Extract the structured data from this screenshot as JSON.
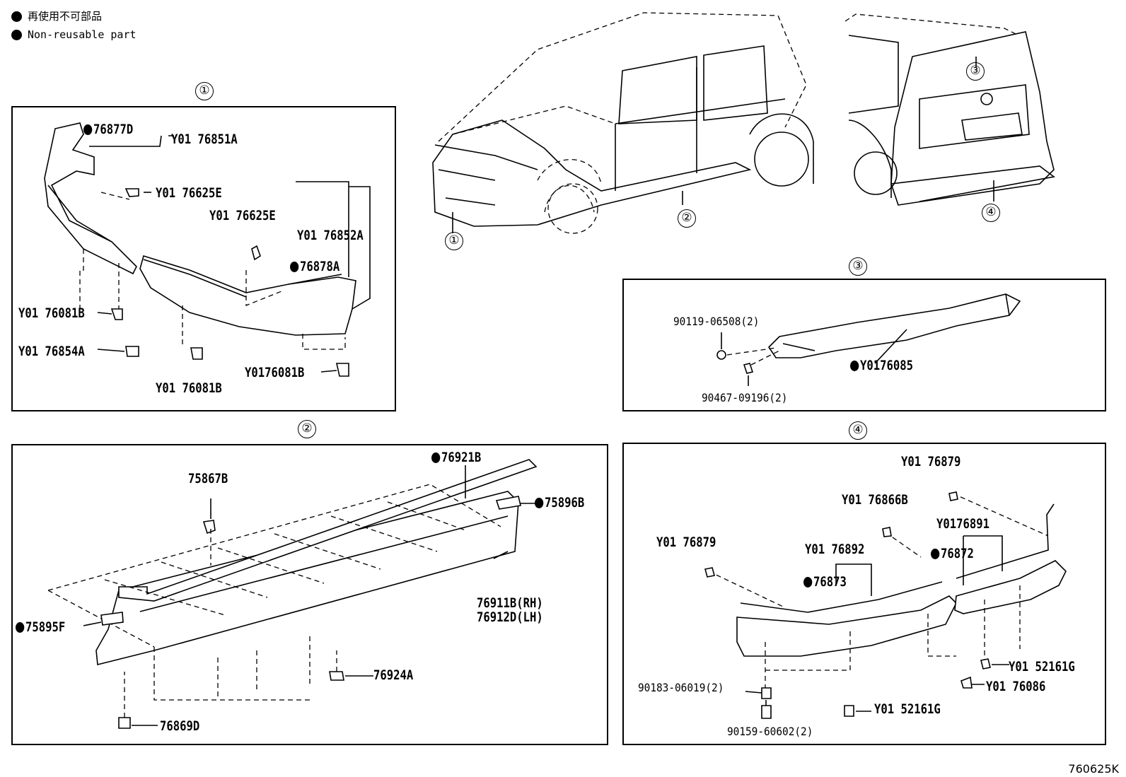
{
  "legend": {
    "line1": "再使用不可部品",
    "line2": "Non-reusable part"
  },
  "figure_code": "760625K",
  "section_markers": [
    "①",
    "②",
    "③",
    "④"
  ],
  "car_callouts": [
    "①",
    "②",
    "③",
    "④"
  ],
  "panel1": {
    "marker": "①",
    "labels": {
      "p76877D": "76877D",
      "p76851A": "Y01 76851A",
      "p76625E_a": "Y01 76625E",
      "p76625E_b": "Y01 76625E",
      "p76852A": "Y01 76852A",
      "p76878A": "76878A",
      "p76081B_a": "Y01 76081B",
      "p76854A": "Y01 76854A",
      "p76081B_b": "Y01 76081B",
      "p76081B_c": "Y0176081B"
    }
  },
  "panel2": {
    "marker": "②",
    "labels": {
      "p75867B": "75867B",
      "p76921B": "76921B",
      "p75896B": "75896B",
      "p76911B": "76911B(RH)",
      "p76912D": "76912D(LH)",
      "p75895F": "75895F",
      "p76924A": "76924A",
      "p76869D": "76869D"
    }
  },
  "panel3": {
    "marker": "③",
    "labels": {
      "p90119": "90119-06508(2)",
      "p76085": "Y0176085",
      "p90467": "90467-09196(2)"
    }
  },
  "panel4": {
    "marker": "④",
    "labels": {
      "p76879_a": "Y01 76879",
      "p76866B": "Y01 76866B",
      "p76891": "Y0176891",
      "p76879_b": "Y01 76879",
      "p76892": "Y01 76892",
      "p76872": "76872",
      "p76873": "76873",
      "p52161G_a": "Y01 52161G",
      "p76086": "Y01 76086",
      "p90183": "90183-06019(2)",
      "p52161G_b": "Y01 52161G",
      "p90159": "90159-60602(2)"
    }
  }
}
